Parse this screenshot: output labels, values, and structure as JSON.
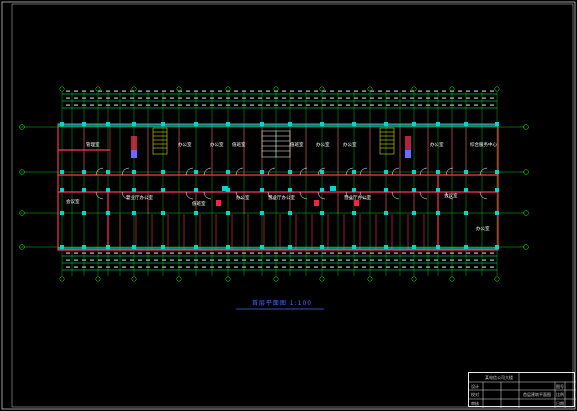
{
  "drawing": {
    "background": "#000000",
    "colors": {
      "axis_line": "#00ff00",
      "bubble": "#00ff00",
      "wall": "#ff3355",
      "column": "#00d4d4",
      "stair": "#ffff00",
      "door": "#ffffff",
      "dimension": "#00ff80",
      "room_label": "#ffffff",
      "title": "#3d6dff",
      "frame": "#ffffff"
    },
    "plan_title": "首层平面图 1:100",
    "rooms_upper": [
      "管理室",
      "办公室",
      "办公室",
      "值班室",
      "值班室",
      "办公室",
      "办公室",
      "办公室",
      "综合服务中心"
    ],
    "rooms_lower": [
      "会议室",
      "营业厅办公室",
      "值班室",
      "办公室",
      "营业厅办公室",
      "营业厅办公室",
      "会议室",
      "办公室"
    ],
    "title_block": {
      "project": "某电信公司大楼",
      "drawing_name": "首层建筑平面图",
      "rows": [
        "设计",
        "校对",
        "审核",
        "审定"
      ],
      "fields": [
        "图号",
        "比例",
        "日期"
      ]
    }
  }
}
